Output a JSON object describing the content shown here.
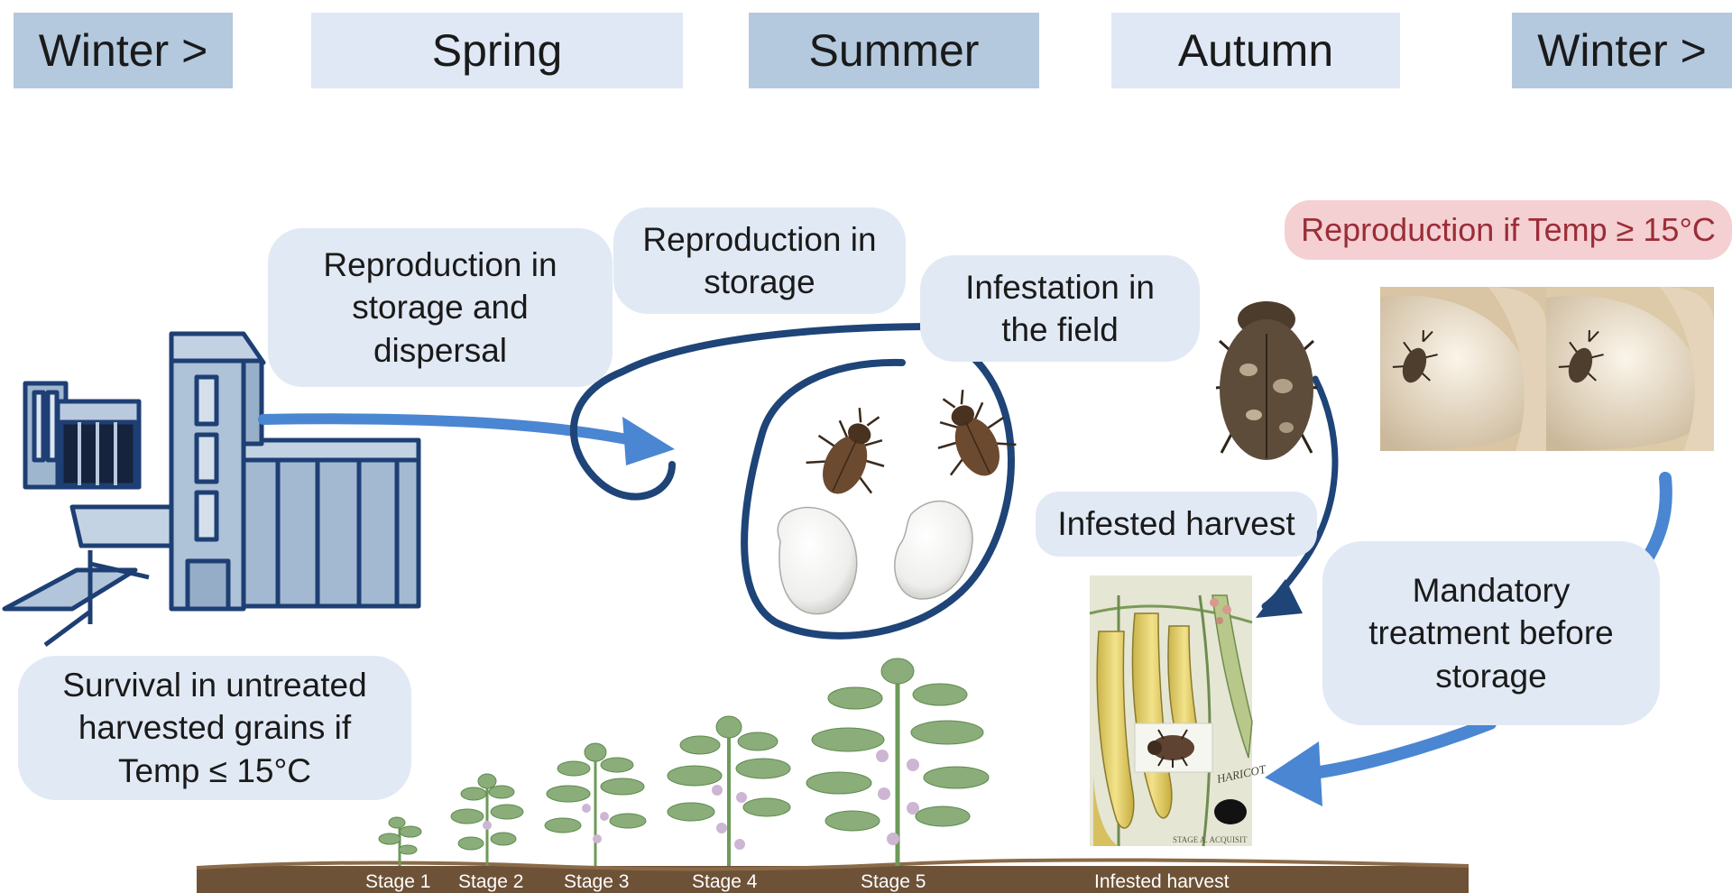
{
  "seasons": {
    "winter_left": "Winter >",
    "spring": "Spring",
    "summer": "Summer",
    "autumn": "Autumn",
    "winter_right": "Winter >"
  },
  "boxes": {
    "reproduction_dispersal": "Reproduction in storage and dispersal",
    "reproduction_storage": "Reproduction in storage",
    "infestation_field": "Infestation in the field",
    "reproduction_temp": "Reproduction if Temp ≥ 15°C",
    "infested_harvest": "Infested harvest",
    "mandatory_treatment": "Mandatory treatment before storage",
    "survival": "Survival in untreated harvested grains if Temp ≤ 15°C"
  },
  "stages": [
    "Stage 1",
    "Stage 2",
    "Stage 3",
    "Stage 4",
    "Stage 5",
    "Infested harvest"
  ],
  "illustration_text": {
    "label_line1": "HARICOT",
    "label_line2": "STAGE A. ACQUISIT"
  },
  "icons": [
    "grain-silo-icon",
    "beetle-icon",
    "bean-icon",
    "bean-plant-icon",
    "bean-pods-illustration",
    "cycle-arrow-icon"
  ],
  "colors": {
    "season_dark": "#b4c9de",
    "season_light": "#dfe8f4",
    "bubble": "#e1e9f4",
    "arrow_dark": "#1e4478",
    "arrow_light": "#4a86d2",
    "red_tag_bg": "#f4d0d2",
    "red_tag_text": "#9b2d38",
    "soil": "#6e5238"
  }
}
